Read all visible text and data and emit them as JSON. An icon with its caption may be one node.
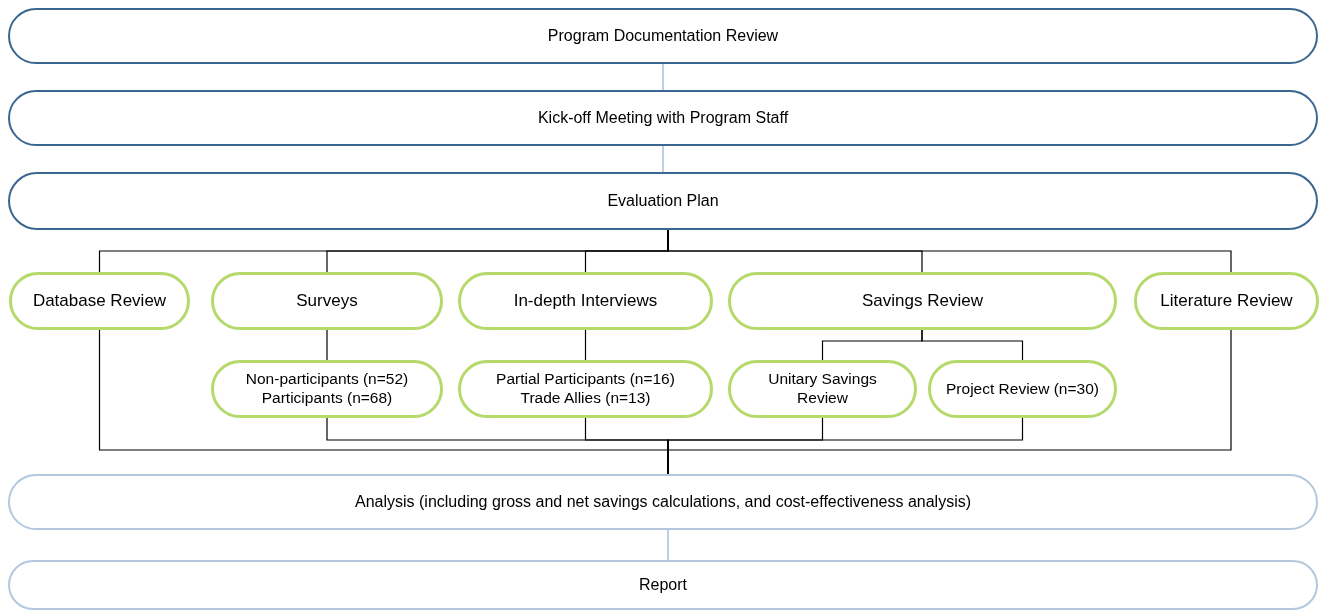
{
  "diagram": {
    "nodes": [
      {
        "text": [
          "Program Documentation Review"
        ]
      },
      {
        "text": [
          "Kick-off Meeting with Program Staff"
        ]
      },
      {
        "text": [
          "Evaluation Plan"
        ]
      },
      {
        "text": [
          "Database Review"
        ]
      },
      {
        "text": [
          "Surveys"
        ]
      },
      {
        "text": [
          "In-depth Interviews"
        ]
      },
      {
        "text": [
          "Savings Review"
        ]
      },
      {
        "text": [
          "Literature Review"
        ]
      },
      {
        "text": [
          "Non-participants (n=52)",
          "Participants (n=68)"
        ]
      },
      {
        "text": [
          "Partial Participants (n=16)",
          "Trade Allies (n=13)"
        ]
      },
      {
        "text": [
          "Unitary Savings Review"
        ]
      },
      {
        "text": [
          "Project Review (n=30)"
        ]
      },
      {
        "text": [
          "Analysis (including gross and net savings calculations, and cost-effectiveness analysis)"
        ]
      },
      {
        "text": [
          "Report"
        ]
      }
    ],
    "edges": [
      {
        "from": 0,
        "to": 1,
        "arrow": "none",
        "color": "#8fb0d0"
      },
      {
        "from": 1,
        "to": 2,
        "arrow": "none",
        "color": "#8fb0d0"
      },
      {
        "from": 2,
        "to": 3,
        "arrow": "none"
      },
      {
        "from": 2,
        "to": 4,
        "arrow": "none"
      },
      {
        "from": 2,
        "to": 5,
        "arrow": "none"
      },
      {
        "from": 2,
        "to": 6,
        "arrow": "none"
      },
      {
        "from": 2,
        "to": 7,
        "arrow": "none"
      },
      {
        "from": 4,
        "to": 8,
        "arrow": "none"
      },
      {
        "from": 5,
        "to": 9,
        "arrow": "none"
      },
      {
        "from": 6,
        "to": 10,
        "arrow": "none"
      },
      {
        "from": 6,
        "to": 11,
        "arrow": "none"
      },
      {
        "from": 3,
        "to": 12,
        "arrow": "none"
      },
      {
        "from": 8,
        "to": 12,
        "arrow": "none"
      },
      {
        "from": 9,
        "to": 12,
        "arrow": "none"
      },
      {
        "from": 10,
        "to": 12,
        "arrow": "none"
      },
      {
        "from": 11,
        "to": 12,
        "arrow": "none"
      },
      {
        "from": 7,
        "to": 12,
        "arrow": "none"
      },
      {
        "from": 12,
        "to": 13,
        "arrow": "none",
        "color": "#8fb0d0"
      }
    ]
  }
}
